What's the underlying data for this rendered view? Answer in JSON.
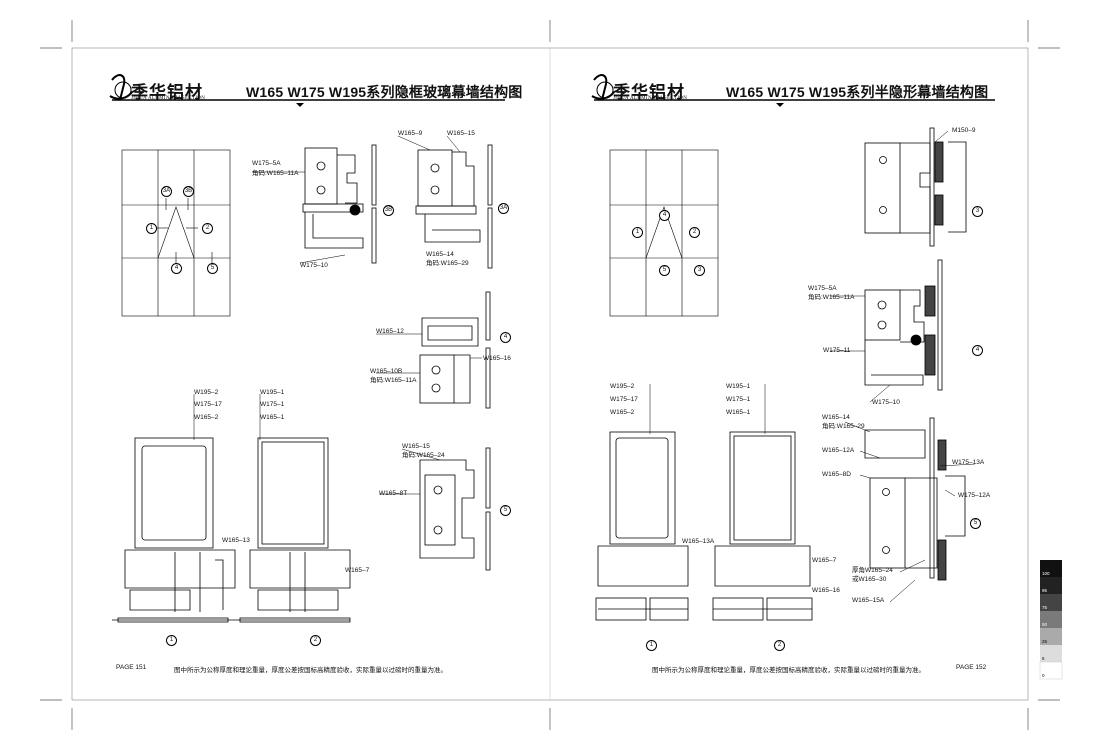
{
  "left_page": {
    "brand": "季华铝材",
    "brand_sub": "JIHUA ALUMINIUM SECTION",
    "title": "W165 W175 W195系列隐框玻璃幕墙结构图",
    "page": "PAGE 151",
    "note": "图中所示为公称厚度和理论重量，厚度公差按国标高精度验收，实际重量以过磅时的重量为准。",
    "elevation_markers": [
      "3A",
      "3B",
      "1",
      "2",
      "4",
      "5"
    ],
    "detail_3b_labels": [
      "W175–5A",
      "角码:W165–11A",
      "W175–10",
      "3B"
    ],
    "detail_3a_labels": [
      "W165–9",
      "W165–15",
      "W165–14",
      "角码:W165–29",
      "3A"
    ],
    "detail_4_labels": [
      "W165–12",
      "W165–16",
      "W165–10B",
      "角码:W165–11A",
      "4"
    ],
    "detail_5_labels": [
      "W165–15",
      "角码:W165–24",
      "W165–8T",
      "5"
    ],
    "section_1_labels": [
      "W195–2",
      "W175–17",
      "W165–2",
      "1"
    ],
    "section_2_labels": [
      "W195–1",
      "W175–1",
      "W165–1",
      "2"
    ],
    "mid_labels": [
      "W165–13",
      "W165–7"
    ]
  },
  "right_page": {
    "brand": "季华铝材",
    "brand_sub": "JIHUA ALUMINIUM SECTION",
    "title": "W165 W175 W195系列半隐形幕墙结构图",
    "page": "PAGE 152",
    "note": "图中所示为公称厚度和理论重量，厚度公差按国标高精度验收，实际重量以过磅时的重量为准。",
    "elevation_markers": [
      "4",
      "1",
      "2",
      "5",
      "3"
    ],
    "detail_3_labels": [
      "M150–9",
      "3"
    ],
    "detail_4_labels": [
      "W175–5A",
      "角码:W165–11A",
      "W175–11",
      "W175–10",
      "4"
    ],
    "detail_5_labels": [
      "W165–14",
      "角码:W165–29",
      "W165–12A",
      "W175–13A",
      "W165–8D",
      "W175–12A",
      "厚角W165–24",
      "或W165–30",
      "W165–15A",
      "5"
    ],
    "section_1_labels": [
      "W195–2",
      "W175–17",
      "W165–2",
      "1"
    ],
    "section_2_labels": [
      "W195–1",
      "W175–1",
      "W165–1",
      "2"
    ],
    "mid_labels": [
      "W165–13A",
      "W165–7",
      "W165–16"
    ]
  },
  "gray_scale": [
    "100",
    "95",
    "75",
    "50",
    "25",
    "5",
    "0"
  ]
}
